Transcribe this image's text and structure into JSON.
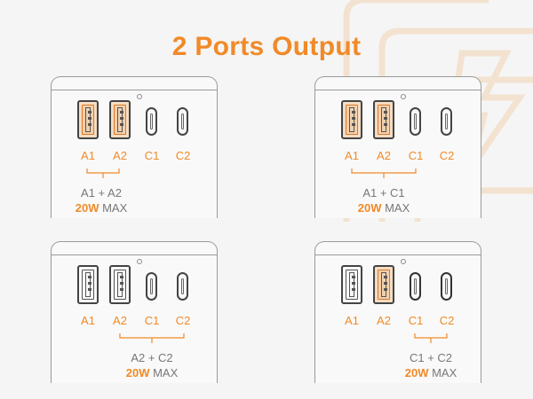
{
  "title": "2 Ports Output",
  "colors": {
    "accent": "#f08a28",
    "device_stroke": "#9a9a9a",
    "text_gray": "#777777"
  },
  "ports": [
    "A1",
    "A2",
    "C1",
    "C2"
  ],
  "panels": [
    {
      "combo": "A1 + A2",
      "watt": "20W",
      "max": "MAX",
      "active_ports": [
        "A1",
        "A2"
      ]
    },
    {
      "combo": "A1 + C1",
      "watt": "20W",
      "max": "MAX",
      "active_ports": [
        "A1",
        "A2"
      ]
    },
    {
      "combo": "A2 + C2",
      "watt": "20W",
      "max": "MAX",
      "active_ports": []
    },
    {
      "combo": "C1 + C2",
      "watt": "20W",
      "max": "MAX",
      "active_ports": [
        "A2"
      ]
    }
  ]
}
